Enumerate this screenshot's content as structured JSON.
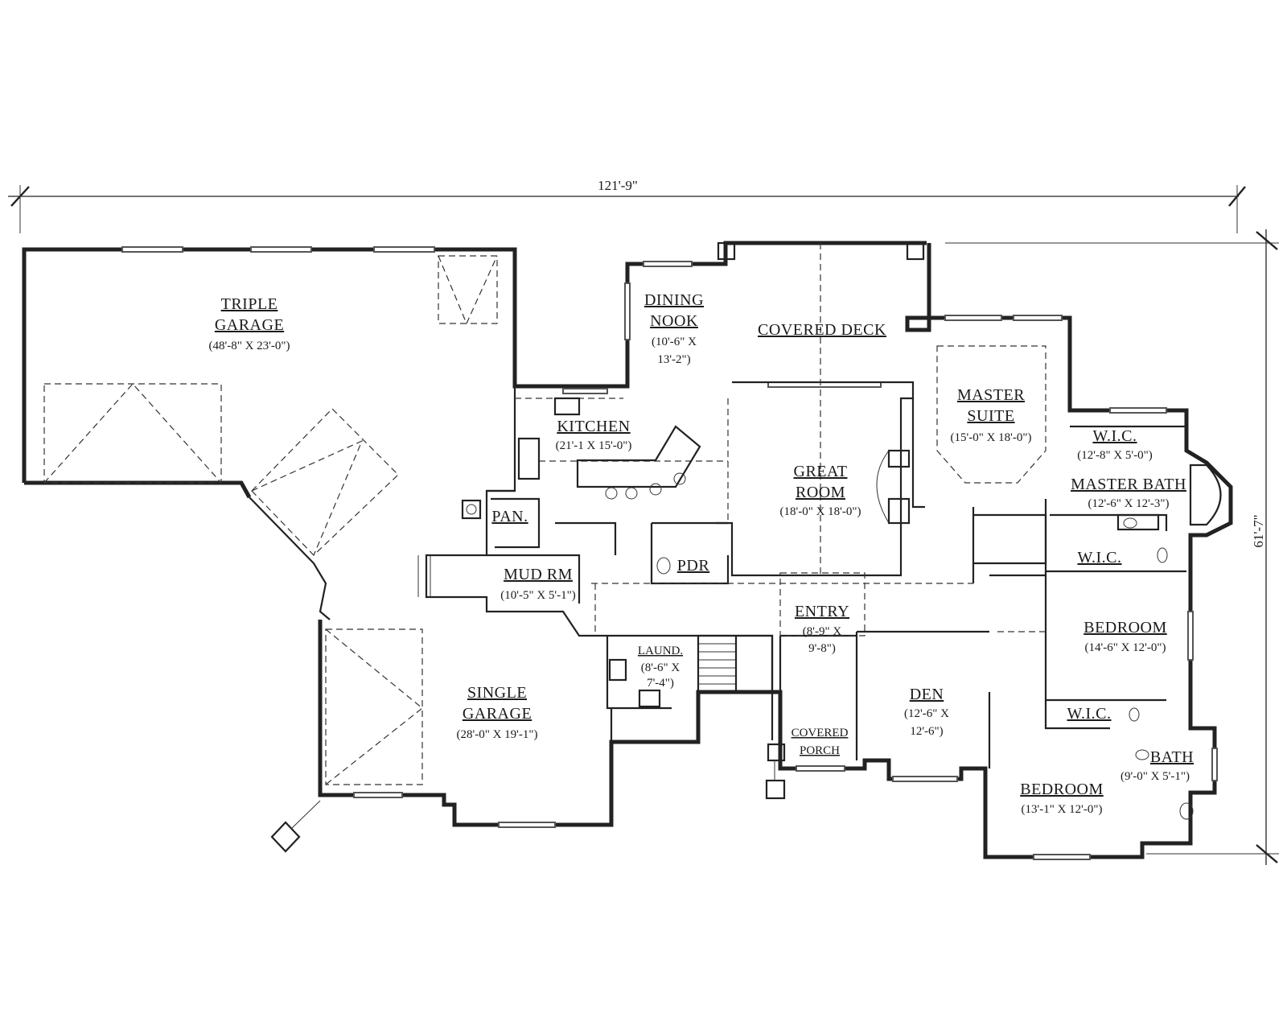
{
  "dimensions": {
    "overall_width": "121'-9\"",
    "overall_depth": "61'-7\""
  },
  "rooms": [
    {
      "id": "triple-garage",
      "name": [
        "TRIPLE",
        "GARAGE"
      ],
      "size": "(48'-8\" X 23'-0\")"
    },
    {
      "id": "dining-nook",
      "name": [
        "DINING",
        "NOOK"
      ],
      "size": [
        "(10'-6\" X",
        "13'-2\")"
      ]
    },
    {
      "id": "covered-deck",
      "name": [
        "COVERED DECK"
      ]
    },
    {
      "id": "kitchen",
      "name": [
        "KITCHEN"
      ],
      "size": "(21'-1 X 15'-0\")"
    },
    {
      "id": "master-suite",
      "name": [
        "MASTER",
        "SUITE"
      ],
      "size": "(15'-0\" X 18'-0\")"
    },
    {
      "id": "great-room",
      "name": [
        "GREAT",
        "ROOM"
      ],
      "size": "(18'-0\" X 18'-0\")"
    },
    {
      "id": "wic-master",
      "name": [
        "W.I.C."
      ],
      "size": "(12'-8\" X 5'-0\")"
    },
    {
      "id": "master-bath",
      "name": [
        "MASTER BATH"
      ],
      "size": "(12'-6\" X 12'-3\")"
    },
    {
      "id": "pantry",
      "name": [
        "PAN."
      ]
    },
    {
      "id": "powder",
      "name": [
        "PDR"
      ]
    },
    {
      "id": "mud-room",
      "name": [
        "MUD RM"
      ],
      "size": "(10'-5\" X 5'-1\")"
    },
    {
      "id": "wic-2",
      "name": [
        "W.I.C."
      ]
    },
    {
      "id": "entry",
      "name": [
        "ENTRY"
      ],
      "size": [
        "(8'-9\" X",
        "9'-8\")"
      ]
    },
    {
      "id": "bedroom-1",
      "name": [
        "BEDROOM"
      ],
      "size": "(14'-6\" X 12'-0\")"
    },
    {
      "id": "laundry",
      "name": [
        "LAUND."
      ],
      "size": [
        "(8'-6\" X",
        "7'-4\")"
      ]
    },
    {
      "id": "single-garage",
      "name": [
        "SINGLE",
        "GARAGE"
      ],
      "size": "(28'-0\" X 19'-1\")"
    },
    {
      "id": "den",
      "name": [
        "DEN"
      ],
      "size": [
        "(12'-6\" X",
        "12'-6\")"
      ]
    },
    {
      "id": "wic-3",
      "name": [
        "W.I.C."
      ]
    },
    {
      "id": "covered-porch",
      "name": [
        "COVERED",
        "PORCH"
      ]
    },
    {
      "id": "bath",
      "name": [
        "BATH"
      ],
      "size": "(9'-0\" X 5'-1\")"
    },
    {
      "id": "bedroom-2",
      "name": [
        "BEDROOM"
      ],
      "size": "(13'-1\" X 12'-0\")"
    }
  ]
}
